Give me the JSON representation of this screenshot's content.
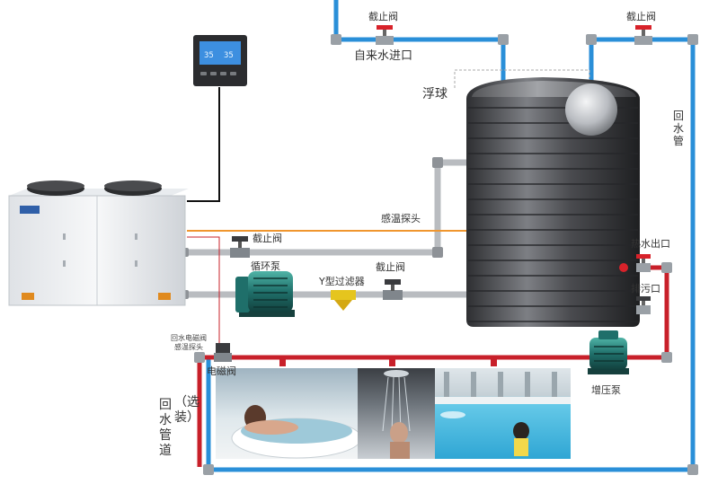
{
  "labels": {
    "valve_top_left": "截止阀",
    "valve_top_right": "截止阀",
    "tap_water_inlet": "自来水进口",
    "float_ball": "浮球",
    "return_pipe": "回水管",
    "temp_probe": "感温探头",
    "valve_upper_line": "截止阀",
    "circulation_pump": "循环泵",
    "y_filter": "Y型过滤器",
    "valve_lower_line": "截止阀",
    "hot_water_outlet": "热水出口",
    "drain_outlet": "排污口",
    "return_solenoid_note_line1": "回水电磁阀",
    "return_solenoid_note_line2": "感温探头",
    "solenoid_valve": "电磁阀",
    "booster_pump": "增压泵",
    "return_optional_col1": "回水管道",
    "return_optional_col2": "（选装）"
  },
  "controller": {
    "display_left": "35",
    "display_right": "35"
  },
  "colors": {
    "pipe_blue": "#2a8fd8",
    "pipe_red": "#c8202a",
    "pipe_gray": "#b9bcc0",
    "probe_orange": "#f0962e",
    "valve_red": "#d8222a",
    "tank_dark": "#3c3d40",
    "pump_teal": "#1f6f6a"
  }
}
